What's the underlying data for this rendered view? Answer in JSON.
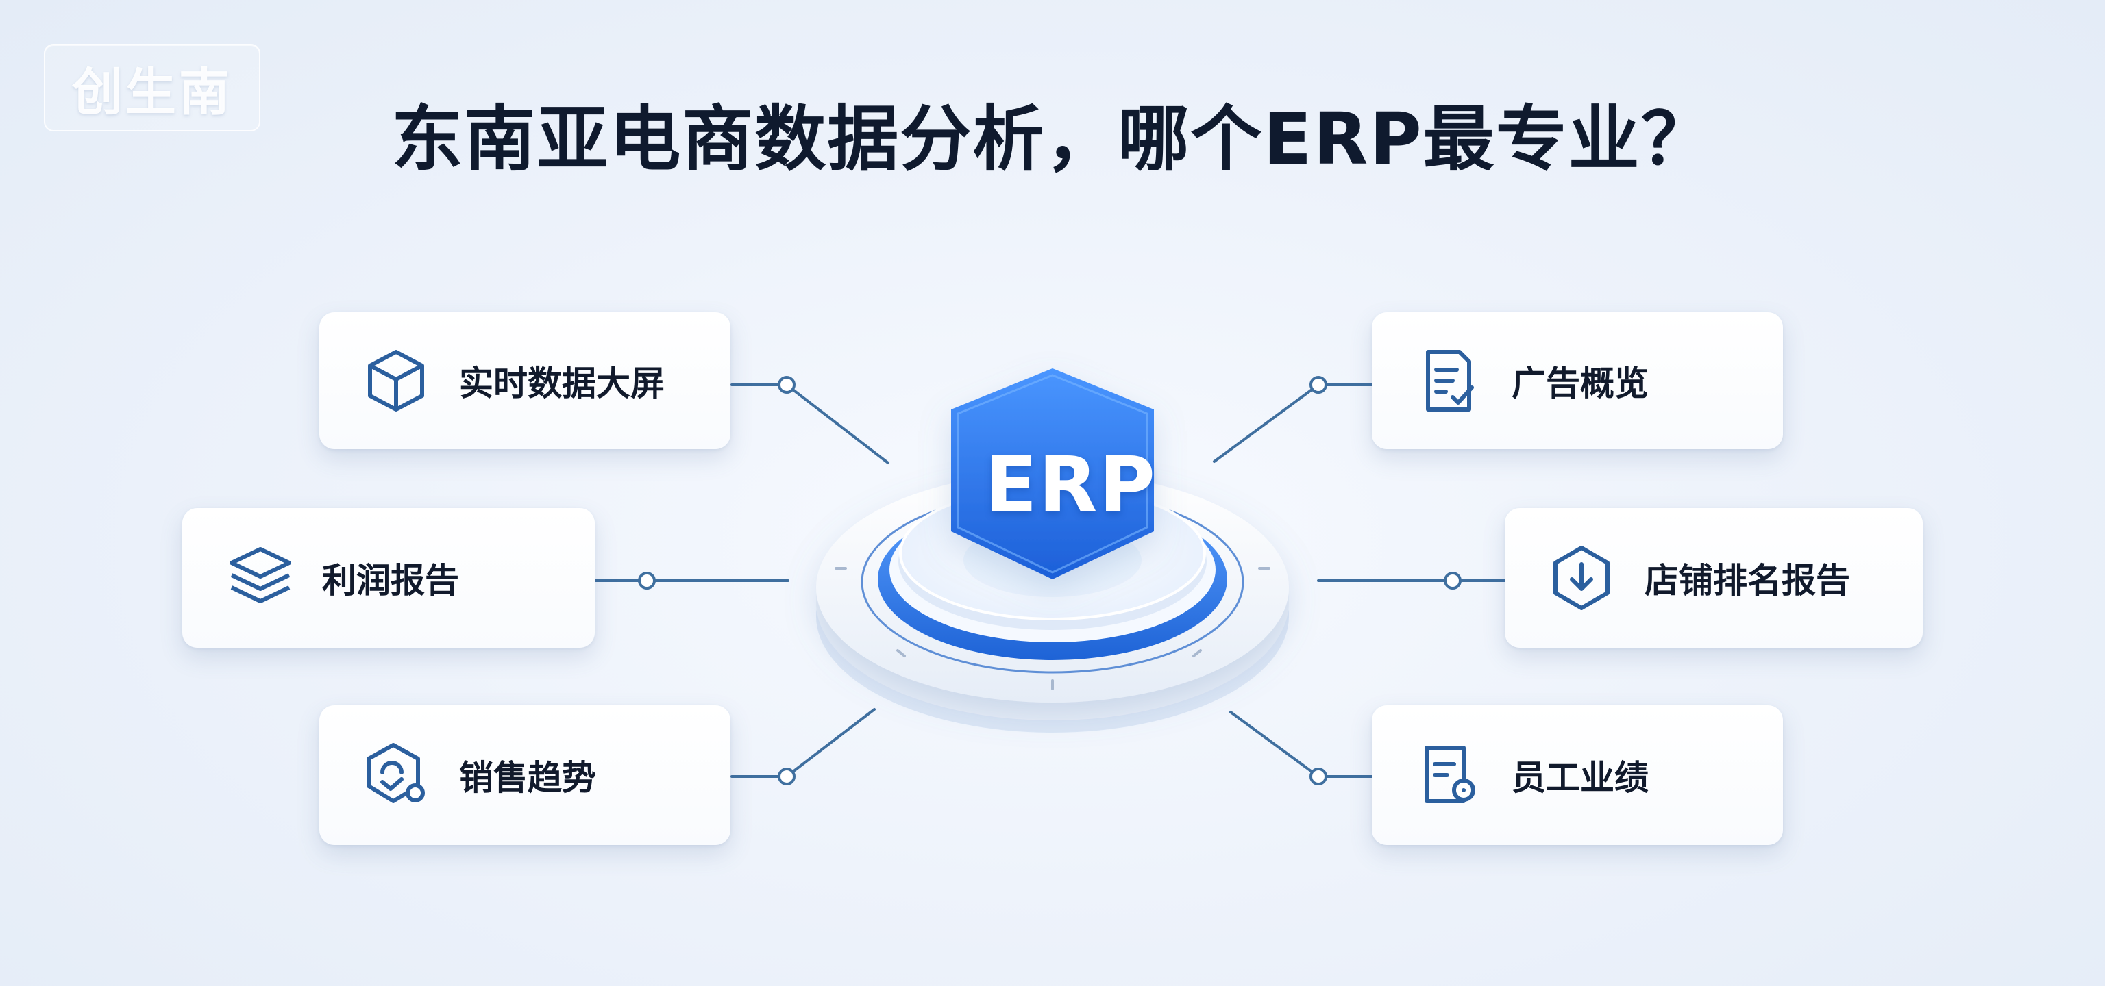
{
  "watermark": "创生南",
  "title": "东南亚电商数据分析，哪个ERP最专业？",
  "center": {
    "label": "ERP"
  },
  "colors": {
    "accent": "#2b73e6",
    "line": "#3f6f9f",
    "text": "#111a2c"
  },
  "features": [
    {
      "label": "实时数据大屏",
      "icon": "cube-icon"
    },
    {
      "label": "利润报告",
      "icon": "layers-icon"
    },
    {
      "label": "销售趋势",
      "icon": "badge-check-icon"
    },
    {
      "label": "广告概览",
      "icon": "document-edit-icon"
    },
    {
      "label": "店铺排名报告",
      "icon": "shield-download-icon"
    },
    {
      "label": "员工业绩",
      "icon": "document-badge-icon"
    }
  ]
}
